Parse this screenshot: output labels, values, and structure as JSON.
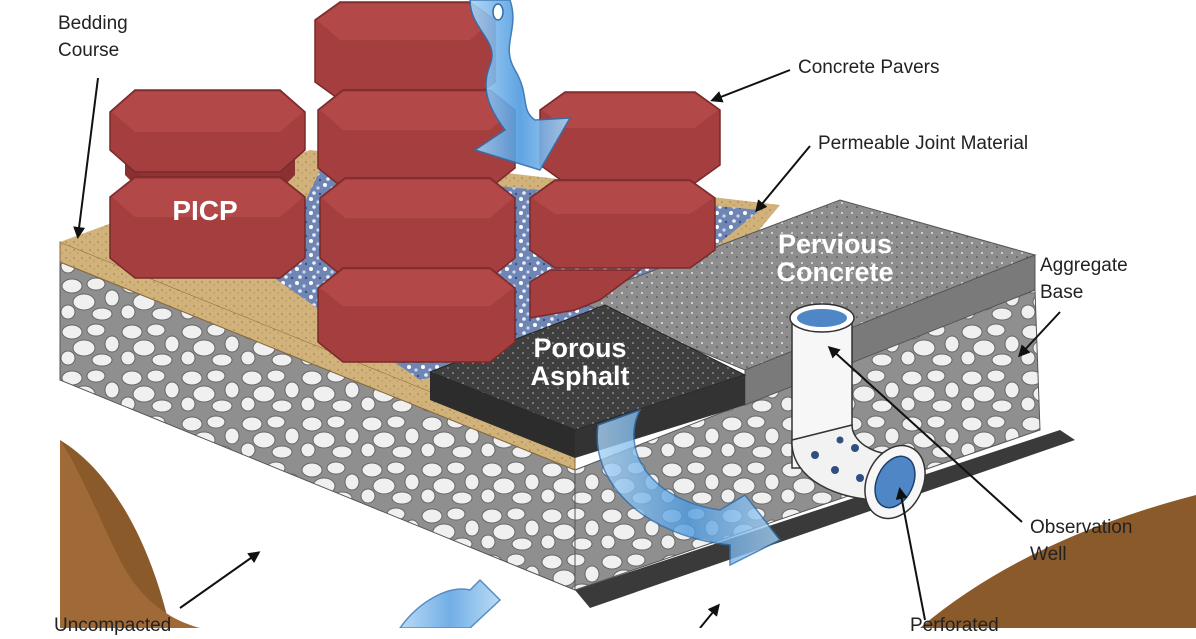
{
  "labels": {
    "bedding_course": [
      "Bedding",
      "Course"
    ],
    "concrete_pavers": "Concrete Pavers",
    "permeable_joint_material": "Permeable Joint Material",
    "aggregate_base": [
      "Aggregate",
      "Base"
    ],
    "observation_well": [
      "Observation",
      "Well"
    ],
    "uncompacted": "Uncompacted",
    "perforated": "Perforated"
  },
  "surfaces": {
    "picp": "PICP",
    "pervious_concrete": [
      "Pervious",
      "Concrete"
    ],
    "porous_asphalt": [
      "Porous",
      "Asphalt"
    ]
  },
  "colors": {
    "paver": "#a53e3e",
    "paver_top": "#b34848",
    "sand": "#d1b27a",
    "gravel_bg": "#8f8f8f",
    "stone": "#f0f0f0",
    "soil": "#8b5a2b",
    "pervious": "#8e8e8e",
    "asphalt": "#3f3f3f",
    "water": "#4f9be0",
    "liner": "#3a3a3a"
  }
}
